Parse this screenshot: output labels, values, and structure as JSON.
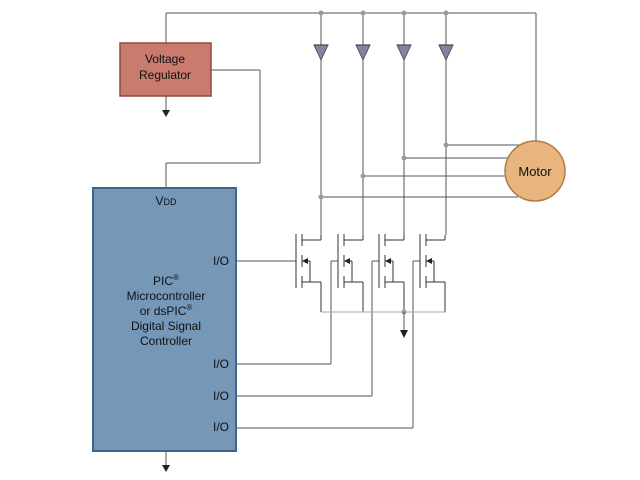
{
  "colors": {
    "regulator_fill": "#c97b6e",
    "regulator_stroke": "#8e4a3e",
    "controller_fill": "#7698b8",
    "controller_stroke": "#3f6688",
    "motor_fill": "#e8b57e",
    "motor_stroke": "#b47a45",
    "diode_fill": "#8b7fa6",
    "wire": "#555555"
  },
  "regulator": {
    "line1": "Voltage",
    "line2": "Regulator"
  },
  "controller": {
    "vdd_main": "V",
    "vdd_sub": "DD",
    "line1": "PIC",
    "line1_reg": "®",
    "line2": "Microcontroller",
    "line3": "or dsPIC",
    "line3_reg": "®",
    "line4": "Digital Signal",
    "line5": "Controller",
    "io_labels": [
      "I/O",
      "I/O",
      "I/O",
      "I/O"
    ]
  },
  "motor": {
    "label": "Motor"
  },
  "icons": {
    "ground": "ground-arrow-icon",
    "diode": "diode-icon",
    "mosfet": "mosfet-icon"
  }
}
